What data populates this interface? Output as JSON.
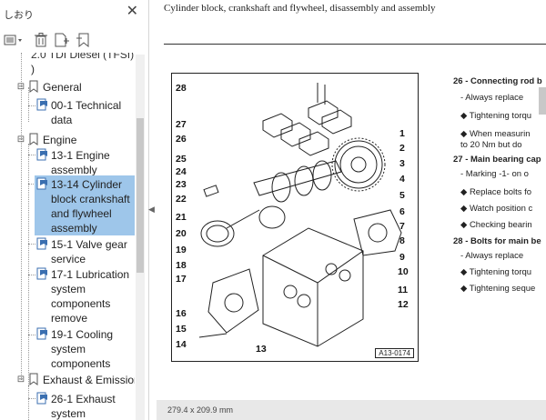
{
  "sidebar": {
    "title": "しおり",
    "close_glyph": "✕",
    "cut_text": "2.0 TDI Diesel (TFSI)",
    "items": [
      {
        "label_lines": [
          "General"
        ]
      },
      {
        "label_lines": [
          "00-1 Technical",
          "data"
        ]
      },
      {
        "label_lines": [
          "Engine"
        ]
      },
      {
        "label_lines": [
          "13-1 Engine",
          "assembly"
        ]
      },
      {
        "label_lines": [
          "13-14 Cylinder",
          "block crankshaft",
          "and flywheel",
          "assembly"
        ]
      },
      {
        "label_lines": [
          "15-1 Valve gear",
          "service"
        ]
      },
      {
        "label_lines": [
          "17-1 Lubrication",
          "system",
          "components",
          "remove"
        ]
      },
      {
        "label_lines": [
          "19-1 Cooling",
          "system",
          "components"
        ]
      },
      {
        "label_lines": [
          "Exhaust & Emission"
        ]
      },
      {
        "label_lines": [
          "26-1 Exhaust",
          "system"
        ]
      }
    ]
  },
  "document": {
    "heading": "Cylinder block, crankshaft and flywheel, disassembly and assembly",
    "figure_ref": "A13-0174",
    "callouts": [
      "28",
      "27",
      "26",
      "25",
      "24",
      "23",
      "22",
      "21",
      "20",
      "19",
      "18",
      "17",
      "16",
      "15",
      "14",
      "13",
      "1",
      "2",
      "3",
      "4",
      "5",
      "6",
      "7",
      "8",
      "9",
      "10",
      "11",
      "12"
    ],
    "notes": [
      {
        "kind": "h",
        "text": "26 - Connecting rod b"
      },
      {
        "kind": "i",
        "text": "- Always replace"
      },
      {
        "kind": "i",
        "text": "◆ Tightening torqu"
      },
      {
        "kind": "i",
        "text": "◆ When measurin"
      },
      {
        "kind": "i",
        "text": "to 20 Nm but do"
      },
      {
        "kind": "h",
        "text": "27 - Main bearing cap"
      },
      {
        "kind": "i",
        "text": "- Marking -1- on o"
      },
      {
        "kind": "i",
        "text": "◆ Replace bolts fo"
      },
      {
        "kind": "i",
        "text": "◆ Watch position c"
      },
      {
        "kind": "i",
        "text": "◆ Checking bearin"
      },
      {
        "kind": "h",
        "text": "28 - Bolts for main be"
      },
      {
        "kind": "i",
        "text": "- Always replace"
      },
      {
        "kind": "i",
        "text": "◆ Tightening torqu"
      },
      {
        "kind": "i",
        "text": "◆ Tightening seque"
      }
    ]
  },
  "statusbar": {
    "page_size": "279.4 x 209.9 mm"
  },
  "colors": {
    "selection": "#9ec6ea",
    "icon_blue": "#3b6fb0"
  }
}
